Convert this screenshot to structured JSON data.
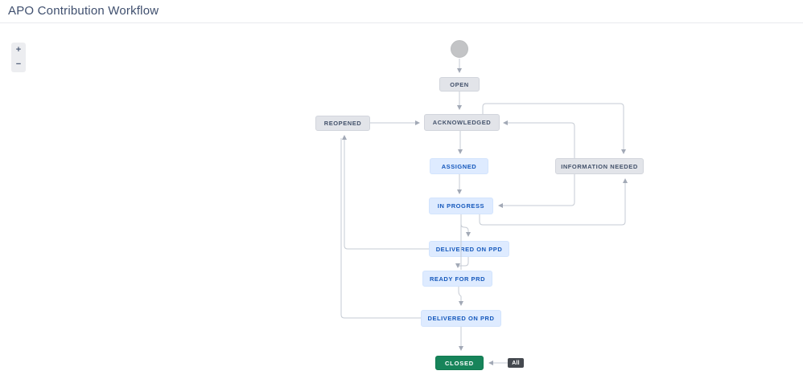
{
  "page": {
    "title": "APO Contribution Workflow"
  },
  "zoom_controls": {
    "zoom_in": "+",
    "zoom_out": "−"
  },
  "workflow": {
    "statuses": {
      "open": {
        "label": "OPEN",
        "category": "gray"
      },
      "reopened": {
        "label": "REOPENED",
        "category": "gray"
      },
      "acknowledged": {
        "label": "ACKNOWLEDGED",
        "category": "gray"
      },
      "assigned": {
        "label": "ASSIGNED",
        "category": "blue"
      },
      "information_needed": {
        "label": "INFORMATION NEEDED",
        "category": "gray"
      },
      "in_progress": {
        "label": "IN PROGRESS",
        "category": "blue"
      },
      "delivered_on_ppd": {
        "label": "DELIVERED ON PPD",
        "category": "blue"
      },
      "ready_for_prd": {
        "label": "READY FOR PRD",
        "category": "blue"
      },
      "delivered_on_prd": {
        "label": "DELIVERED ON PRD",
        "category": "blue"
      },
      "closed": {
        "label": "CLOSED",
        "category": "green"
      }
    },
    "global_transition_label": "All",
    "transitions": [
      {
        "from": "start",
        "to": "open"
      },
      {
        "from": "open",
        "to": "acknowledged"
      },
      {
        "from": "reopened",
        "to": "acknowledged"
      },
      {
        "from": "acknowledged",
        "to": "assigned"
      },
      {
        "from": "acknowledged",
        "to": "information_needed"
      },
      {
        "from": "information_needed",
        "to": "acknowledged"
      },
      {
        "from": "assigned",
        "to": "in_progress"
      },
      {
        "from": "information_needed",
        "to": "in_progress"
      },
      {
        "from": "in_progress",
        "to": "information_needed"
      },
      {
        "from": "in_progress",
        "to": "delivered_on_ppd"
      },
      {
        "from": "in_progress",
        "to": "ready_for_prd"
      },
      {
        "from": "delivered_on_ppd",
        "to": "ready_for_prd"
      },
      {
        "from": "delivered_on_ppd",
        "to": "reopened"
      },
      {
        "from": "ready_for_prd",
        "to": "delivered_on_prd"
      },
      {
        "from": "delivered_on_prd",
        "to": "reopened"
      },
      {
        "from": "delivered_on_prd",
        "to": "closed"
      },
      {
        "from": "all",
        "to": "closed"
      }
    ]
  },
  "colors": {
    "status_gray_bg": "#e2e4e9",
    "status_gray_text": "#44526b",
    "status_blue_bg": "#deebff",
    "status_blue_text": "#1558bc",
    "status_done_bg": "#17845a",
    "status_done_text": "#ffffff",
    "connector": "#c6cbd4",
    "arrowhead": "#a2a9b6",
    "all_badge_bg": "#45494f"
  }
}
